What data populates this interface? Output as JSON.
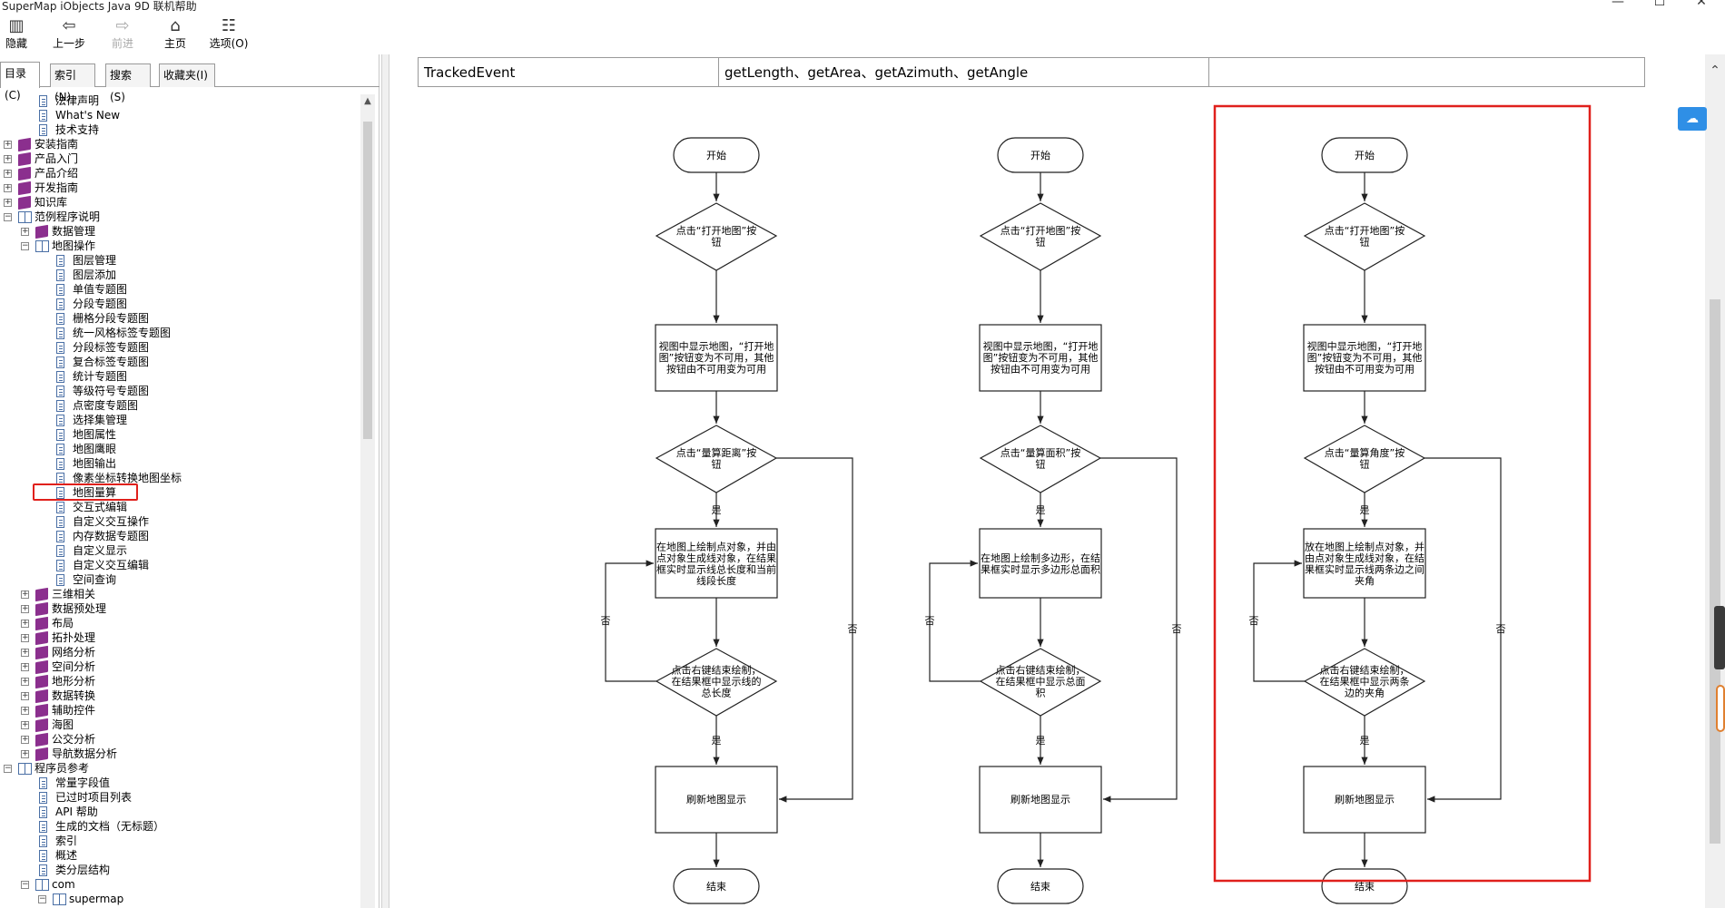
{
  "window": {
    "title": "SuperMap iObjects Java 9D 联机帮助",
    "controls": [
      "—",
      "☐",
      "✕"
    ]
  },
  "toolbar": {
    "buttons": [
      {
        "label": "隐藏",
        "icon": "hide-pane-icon"
      },
      {
        "label": "上一步",
        "icon": "back-arrow-icon"
      },
      {
        "label": "前进",
        "icon": "forward-arrow-icon"
      },
      {
        "label": "主页",
        "icon": "home-icon"
      },
      {
        "label": "选项(O)",
        "icon": "options-icon"
      }
    ]
  },
  "nav": {
    "tabs": [
      "目录(C)",
      "索引(N)",
      "搜索(S)",
      "收藏夹(I)"
    ],
    "tree": [
      {
        "label": "法律声明",
        "level": 1,
        "icon": "page"
      },
      {
        "label": "What's New",
        "level": 1,
        "icon": "page"
      },
      {
        "label": "技术支持",
        "level": 1,
        "icon": "page"
      },
      {
        "label": "安装指南",
        "level": 0,
        "icon": "book",
        "exp": "+"
      },
      {
        "label": "产品入门",
        "level": 0,
        "icon": "book",
        "exp": "+"
      },
      {
        "label": "产品介绍",
        "level": 0,
        "icon": "book",
        "exp": "+"
      },
      {
        "label": "开发指南",
        "level": 0,
        "icon": "book",
        "exp": "+"
      },
      {
        "label": "知识库",
        "level": 0,
        "icon": "book",
        "exp": "+"
      },
      {
        "label": "范例程序说明",
        "level": 0,
        "icon": "open",
        "exp": "−"
      },
      {
        "label": "数据管理",
        "level": 1,
        "icon": "book",
        "exp": "+"
      },
      {
        "label": "地图操作",
        "level": 1,
        "icon": "open",
        "exp": "−"
      },
      {
        "label": "图层管理",
        "level": 2,
        "icon": "page"
      },
      {
        "label": "图层添加",
        "level": 2,
        "icon": "page"
      },
      {
        "label": "单值专题图",
        "level": 2,
        "icon": "page"
      },
      {
        "label": "分段专题图",
        "level": 2,
        "icon": "page"
      },
      {
        "label": "栅格分段专题图",
        "level": 2,
        "icon": "page"
      },
      {
        "label": "统一风格标签专题图",
        "level": 2,
        "icon": "page"
      },
      {
        "label": "分段标签专题图",
        "level": 2,
        "icon": "page"
      },
      {
        "label": "复合标签专题图",
        "level": 2,
        "icon": "page"
      },
      {
        "label": "统计专题图",
        "level": 2,
        "icon": "page"
      },
      {
        "label": "等级符号专题图",
        "level": 2,
        "icon": "page"
      },
      {
        "label": "点密度专题图",
        "level": 2,
        "icon": "page"
      },
      {
        "label": "选择集管理",
        "level": 2,
        "icon": "page"
      },
      {
        "label": "地图属性",
        "level": 2,
        "icon": "page"
      },
      {
        "label": "地图鹰眼",
        "level": 2,
        "icon": "page"
      },
      {
        "label": "地图输出",
        "level": 2,
        "icon": "page"
      },
      {
        "label": "像素坐标转换地图坐标",
        "level": 2,
        "icon": "page"
      },
      {
        "label": "地图量算",
        "level": 2,
        "icon": "page",
        "selected": true
      },
      {
        "label": "交互式编辑",
        "level": 2,
        "icon": "page"
      },
      {
        "label": "自定义交互操作",
        "level": 2,
        "icon": "page"
      },
      {
        "label": "内存数据专题图",
        "level": 2,
        "icon": "page"
      },
      {
        "label": "自定义显示",
        "level": 2,
        "icon": "page"
      },
      {
        "label": "自定义交互编辑",
        "level": 2,
        "icon": "page"
      },
      {
        "label": "空间查询",
        "level": 2,
        "icon": "page"
      },
      {
        "label": "三维相关",
        "level": 1,
        "icon": "book",
        "exp": "+"
      },
      {
        "label": "数据预处理",
        "level": 1,
        "icon": "book",
        "exp": "+"
      },
      {
        "label": "布局",
        "level": 1,
        "icon": "book",
        "exp": "+"
      },
      {
        "label": "拓扑处理",
        "level": 1,
        "icon": "book",
        "exp": "+"
      },
      {
        "label": "网络分析",
        "level": 1,
        "icon": "book",
        "exp": "+"
      },
      {
        "label": "空间分析",
        "level": 1,
        "icon": "book",
        "exp": "+"
      },
      {
        "label": "地形分析",
        "level": 1,
        "icon": "book",
        "exp": "+"
      },
      {
        "label": "数据转换",
        "level": 1,
        "icon": "book",
        "exp": "+"
      },
      {
        "label": "辅助控件",
        "level": 1,
        "icon": "book",
        "exp": "+"
      },
      {
        "label": "海图",
        "level": 1,
        "icon": "book",
        "exp": "+"
      },
      {
        "label": "公交分析",
        "level": 1,
        "icon": "book",
        "exp": "+"
      },
      {
        "label": "导航数据分析",
        "level": 1,
        "icon": "book",
        "exp": "+"
      },
      {
        "label": "程序员参考",
        "level": 0,
        "icon": "open",
        "exp": "−"
      },
      {
        "label": "常量字段值",
        "level": 1,
        "icon": "page"
      },
      {
        "label": "已过时项目列表",
        "level": 1,
        "icon": "page"
      },
      {
        "label": "API 帮助",
        "level": 1,
        "icon": "page"
      },
      {
        "label": "生成的文档（无标题）",
        "level": 1,
        "icon": "page"
      },
      {
        "label": "索引",
        "level": 1,
        "icon": "page"
      },
      {
        "label": "概述",
        "level": 1,
        "icon": "page"
      },
      {
        "label": "类分层结构",
        "level": 1,
        "icon": "page"
      },
      {
        "label": "com",
        "level": 1,
        "icon": "open",
        "exp": "−"
      },
      {
        "label": "supermap",
        "level": 2,
        "icon": "open",
        "exp": "−"
      }
    ]
  },
  "content": {
    "table_row": [
      "TrackedEvent",
      "getLength、getArea、getAzimuth、getAngle",
      ""
    ],
    "flowcharts": [
      {
        "start": "开始",
        "click_open": [
          "点击“打开地图”按",
          "钮"
        ],
        "show_map": [
          "视图中显示地图，“打开地",
          "图”按钮变为不可用，其他",
          "按钮由不可用变为可用"
        ],
        "click_measure": [
          "点击“量算距离”按",
          "钮"
        ],
        "yes1": "是",
        "draw": [
          "在地图上绘制点对象，并由",
          "点对象生成线对象，在结果",
          "框实时显示线总长度和当前",
          "线段长度"
        ],
        "no_left": "否",
        "no_right": "否",
        "right_click": [
          "点击右键结束绘制，",
          "在结果框中显示线的",
          "总长度"
        ],
        "yes2": "是",
        "refresh": "刷新地图显示",
        "end": "结束"
      },
      {
        "start": "开始",
        "click_open": [
          "点击“打开地图”按",
          "钮"
        ],
        "show_map": [
          "视图中显示地图，“打开地",
          "图”按钮变为不可用，其他",
          "按钮由不可用变为可用"
        ],
        "click_measure": [
          "点击“量算面积”按",
          "钮"
        ],
        "yes1": "是",
        "draw": [
          "在地图上绘制多边形，在结",
          "果框实时显示多边形总面积"
        ],
        "no_left": "否",
        "no_right": "否",
        "right_click": [
          "点击右键结束绘制，",
          "在结果框中显示总面",
          "积"
        ],
        "yes2": "是",
        "refresh": "刷新地图显示",
        "end": "结束"
      },
      {
        "start": "开始",
        "click_open": [
          "点击“打开地图”按",
          "钮"
        ],
        "show_map": [
          "视图中显示地图，“打开地",
          "图”按钮变为不可用，其他",
          "按钮由不可用变为可用"
        ],
        "click_measure": [
          "点击“量算角度”按",
          "钮"
        ],
        "yes1": "是",
        "draw": [
          "放在地图上绘制点对象，并",
          "由点对象生成线对象，在结",
          "果框实时显示线两条边之间",
          "夹角"
        ],
        "no_left": "否",
        "no_right": "否",
        "right_click": [
          "点击右键结束绘制，",
          "在结果框中显示两条",
          "边的夹角"
        ],
        "yes2": "是",
        "refresh": "刷新地图显示",
        "end": "结束"
      }
    ],
    "highlight_color": "#e0201c"
  }
}
